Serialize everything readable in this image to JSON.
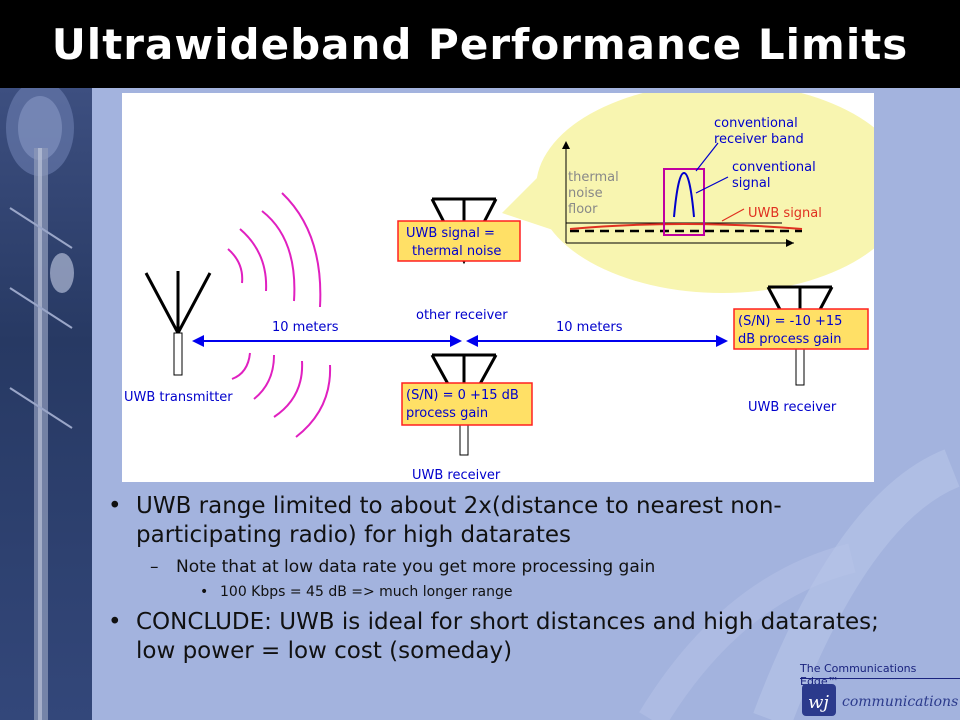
{
  "slide": {
    "title": "Ultrawideband Performance Limits"
  },
  "diagram": {
    "callout": {
      "thermal_noise_floor": [
        "thermal",
        "noise",
        "floor"
      ],
      "conventional_receiver_band": [
        "conventional",
        "receiver band"
      ],
      "conventional_signal": [
        "conventional",
        "signal"
      ],
      "uwb_signal": "UWB signal"
    },
    "labels": {
      "uwb_transmitter": "UWB transmitter",
      "other_receiver": "other receiver",
      "uwb_receiver_center": "UWB receiver",
      "uwb_receiver_right": "UWB receiver",
      "distance_left": "10 meters",
      "distance_right": "10 meters"
    },
    "boxes": {
      "signal_equals_noise": [
        "UWB signal =",
        "thermal noise"
      ],
      "sn_center": [
        "(S/N) = 0 +15 dB",
        "process gain"
      ],
      "sn_right": [
        "(S/N) = -10 +15",
        "dB process gain"
      ]
    },
    "colors": {
      "wave": "#e020c0",
      "arrow": "#0000ee",
      "box_fill": "#ffe066",
      "box_border": "#ff2020",
      "callout_fill": "#f8f5b0",
      "band_border": "#c000a0",
      "uwb_signal_line": "#e03020"
    }
  },
  "bullets": {
    "b1": "UWB range limited to about 2x(distance to nearest non-participating radio) for high datarates",
    "b1_sub": "Note that at low data rate you get more processing gain",
    "b1_subsub": "100 Kbps = 45 dB => much longer range",
    "b2": "CONCLUDE: UWB is ideal for short distances and high datarates; low power = low cost (someday)",
    "bullet_glyph": "•",
    "dash_glyph": "–"
  },
  "logo": {
    "tagline": "The Communications Edge™",
    "name": "communications"
  }
}
